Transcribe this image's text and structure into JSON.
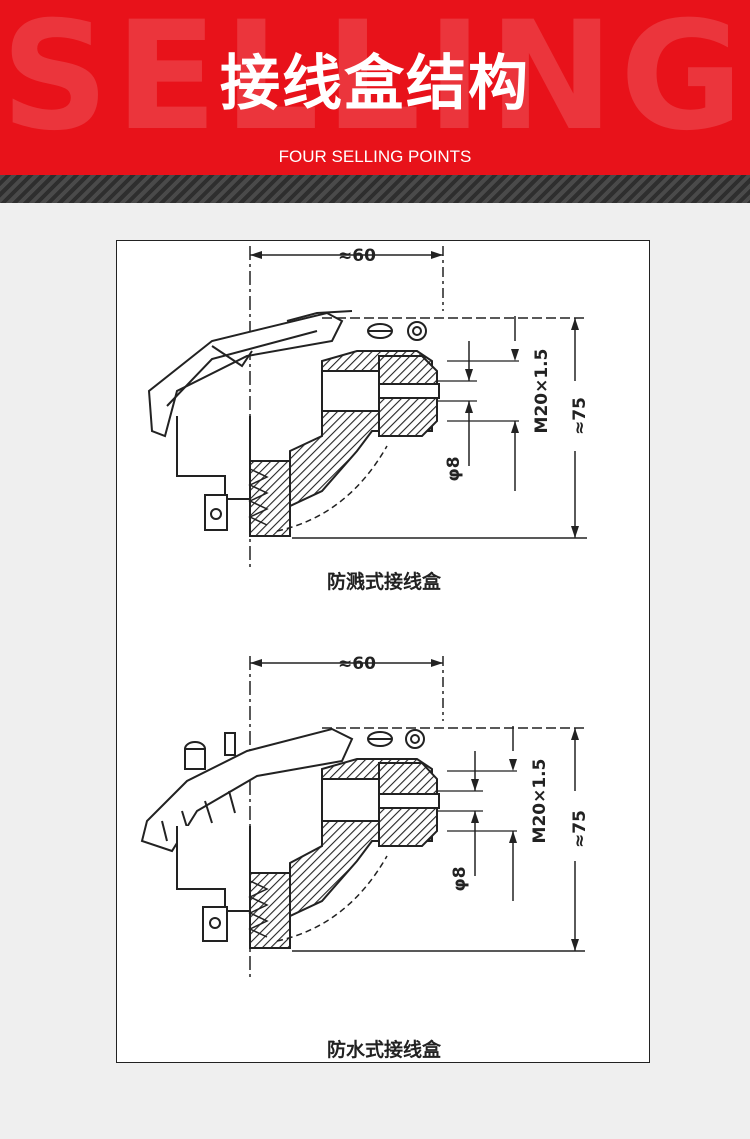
{
  "banner": {
    "watermark": "SELLING",
    "title": "接线盒结构",
    "subtitle": "FOUR SELLING POINTS",
    "color": "#e8121a"
  },
  "figures": [
    {
      "caption": "防溅式接线盒",
      "width_label": "≈60",
      "thread_label": "M20×1.5",
      "height_label": "≈75",
      "bore_label": "φ8"
    },
    {
      "caption": "防水式接线盒",
      "width_label": "≈60",
      "thread_label": "M20×1.5",
      "height_label": "≈75",
      "bore_label": "φ8"
    }
  ]
}
